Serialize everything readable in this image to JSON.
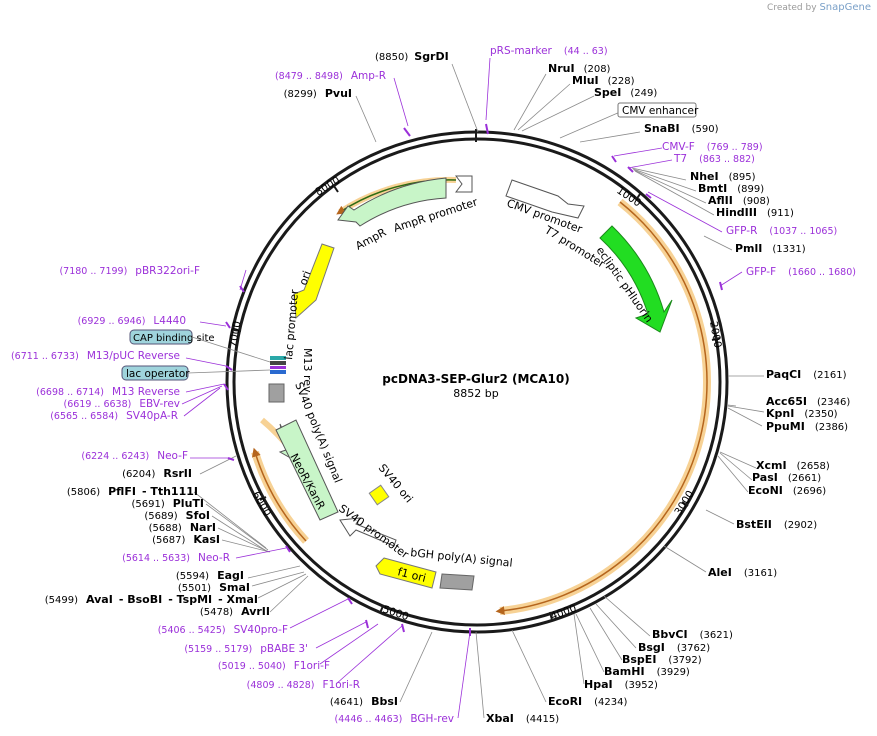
{
  "credit": {
    "prefix": "Created by",
    "brand": "SnapGene"
  },
  "map": {
    "title": "pcDNA3-SEP-Glur2 (MCA10)",
    "length_label": "8852 bp"
  },
  "ticks": [
    "1000",
    "2000",
    "3000",
    "4000",
    "5000",
    "6000",
    "7000",
    "8000"
  ],
  "sites": [
    {
      "pos": "(8850)",
      "name": "SgrDI"
    },
    {
      "pos": "(208)",
      "name": "NruI"
    },
    {
      "pos": "(228)",
      "name": "MluI"
    },
    {
      "pos": "(249)",
      "name": "SpeI"
    },
    {
      "pos": "(590)",
      "name": "SnaBI"
    },
    {
      "pos": "(895)",
      "name": "NheI"
    },
    {
      "pos": "(899)",
      "name": "BmtI"
    },
    {
      "pos": "(908)",
      "name": "AflII"
    },
    {
      "pos": "(911)",
      "name": "HindIII"
    },
    {
      "pos": "(1331)",
      "name": "PmlI"
    },
    {
      "pos": "(2161)",
      "name": "PaqCI"
    },
    {
      "pos": "(2346)",
      "name": "Acc65I"
    },
    {
      "pos": "(2350)",
      "name": "KpnI"
    },
    {
      "pos": "(2386)",
      "name": "PpuMI"
    },
    {
      "pos": "(2658)",
      "name": "XcmI"
    },
    {
      "pos": "(2661)",
      "name": "PasI"
    },
    {
      "pos": "(2696)",
      "name": "EcoNI"
    },
    {
      "pos": "(2902)",
      "name": "BstEII"
    },
    {
      "pos": "(3161)",
      "name": "AleI"
    },
    {
      "pos": "(3621)",
      "name": "BbvCI"
    },
    {
      "pos": "(3762)",
      "name": "BsgI"
    },
    {
      "pos": "(3792)",
      "name": "BspEI"
    },
    {
      "pos": "(3929)",
      "name": "BamHI"
    },
    {
      "pos": "(3952)",
      "name": "HpaI"
    },
    {
      "pos": "(4234)",
      "name": "EcoRI"
    },
    {
      "pos": "(4415)",
      "name": "XbaI"
    },
    {
      "pos": "(4641)",
      "name": "BbsI"
    },
    {
      "pos": "(5478)",
      "name": "AvrII"
    },
    {
      "pos": "(5499)",
      "name": "AvaI"
    },
    {
      "pos": "",
      "name": "BsoBI"
    },
    {
      "pos": "",
      "name": "TspMI"
    },
    {
      "pos": "",
      "name": "XmaI"
    },
    {
      "pos": "(5501)",
      "name": "SmaI"
    },
    {
      "pos": "(5594)",
      "name": "EagI"
    },
    {
      "pos": "(5687)",
      "name": "KasI"
    },
    {
      "pos": "(5688)",
      "name": "NarI"
    },
    {
      "pos": "(5689)",
      "name": "SfoI"
    },
    {
      "pos": "(5691)",
      "name": "PluTI"
    },
    {
      "pos": "(5806)",
      "name": "PflFI"
    },
    {
      "pos": "",
      "name": "Tth111I"
    },
    {
      "pos": "(6204)",
      "name": "RsrII"
    },
    {
      "pos": "(8299)",
      "name": "PvuI"
    }
  ],
  "primers": [
    {
      "name": "pRS-marker",
      "range": "(44 .. 63)"
    },
    {
      "name": "CMV-F",
      "range": "(769 .. 789)"
    },
    {
      "name": "T7",
      "range": "(863 .. 882)"
    },
    {
      "name": "GFP-R",
      "range": "(1037 .. 1065)"
    },
    {
      "name": "GFP-F",
      "range": "(1660 .. 1680)"
    },
    {
      "name": "BGH-rev",
      "range": "(4446 .. 4463)"
    },
    {
      "name": "F1ori-R",
      "range": "(4809 .. 4828)"
    },
    {
      "name": "F1ori-F",
      "range": "(5019 .. 5040)"
    },
    {
      "name": "pBABE 3'",
      "range": "(5159 .. 5179)"
    },
    {
      "name": "SV40pro-F",
      "range": "(5406 .. 5425)"
    },
    {
      "name": "Neo-R",
      "range": "(5614 .. 5633)"
    },
    {
      "name": "Neo-F",
      "range": "(6224 .. 6243)"
    },
    {
      "name": "SV40pA-R",
      "range": "(6565 .. 6584)"
    },
    {
      "name": "EBV-rev",
      "range": "(6619 .. 6638)"
    },
    {
      "name": "M13 Reverse",
      "range": "(6698 .. 6714)"
    },
    {
      "name": "M13/pUC Reverse",
      "range": "(6711 .. 6733)"
    },
    {
      "name": "L4440",
      "range": "(6929 .. 6946)"
    },
    {
      "name": "pBR322ori-F",
      "range": "(7180 .. 7199)"
    },
    {
      "name": "Amp-R",
      "range": "(8479 .. 8498)"
    }
  ],
  "boxed_features": [
    "CMV enhancer",
    "CAP binding site",
    "lac operator"
  ],
  "features": {
    "cmv_promoter": "CMV promoter",
    "t7_promoter": "T7 promoter",
    "ecliptic": "ecliptic pHluorin",
    "bgh": "bGH poly(A) signal",
    "f1": "f1 ori",
    "sv40_promoter": "SV40 promoter",
    "sv40_ori": "SV40 ori",
    "neo": "NeoR/KanR",
    "sv40_polya": "SV40 poly(A) signal",
    "m13rev": "M13 rev",
    "lac_promoter": "lac promoter",
    "ori": "ori",
    "ampr": "AmpR",
    "ampr_promoter": "AmpR promoter"
  },
  "colors": {
    "backbone": "#1a1a1a",
    "orf_highlight": "#f5c77a",
    "orf_line": "#b5651d",
    "primer": "#9b30d9",
    "ecliptic": "#22dd22",
    "ori": "#ffff00",
    "promoter_fill": "#ffffff",
    "ampr_fill": "#c8f5c8",
    "grey": "#a0a0a0",
    "boxed_blue": "#9fd4dc"
  }
}
